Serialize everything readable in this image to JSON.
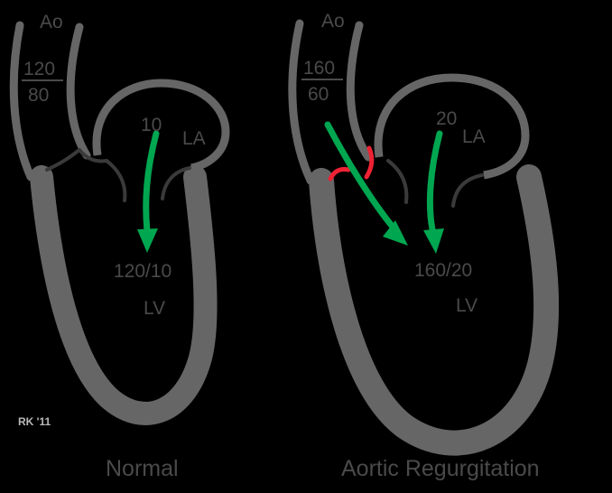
{
  "figure": {
    "background_color": "#000000",
    "wall_color": "#666666",
    "flow_color": "#00a650",
    "regurg_color": "#ee2233",
    "text_color": "#4a4a4a",
    "signature": "RK '11"
  },
  "panels": [
    {
      "caption": "Normal",
      "aorta_label": "Ao",
      "aortic_pressure_systolic": "120",
      "aortic_pressure_diastolic": "80",
      "atrium_label": "LA",
      "atrial_pressure": "10",
      "ventricle_label": "LV",
      "ventricular_pressure": "120/10"
    },
    {
      "caption": "Aortic Regurgitation",
      "aorta_label": "Ao",
      "aortic_pressure_systolic": "160",
      "aortic_pressure_diastolic": "60",
      "atrium_label": "LA",
      "atrial_pressure": "20",
      "ventricle_label": "LV",
      "ventricular_pressure": "160/20"
    }
  ]
}
